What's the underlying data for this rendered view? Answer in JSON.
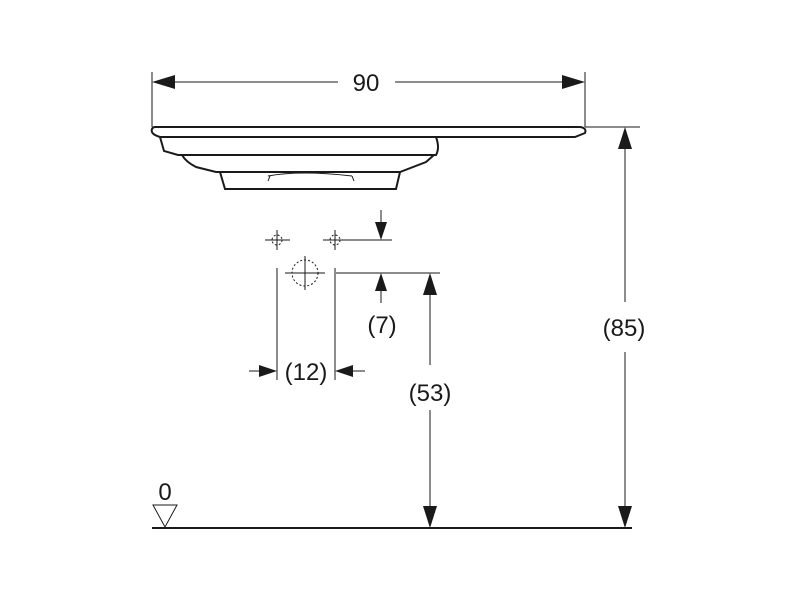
{
  "dimensions": {
    "width": "90",
    "total_height": "(85)",
    "outlet_height": "(53)",
    "offset_small": "(7)",
    "tap_spacing": "(12)"
  },
  "floor_level": {
    "label": "0"
  }
}
